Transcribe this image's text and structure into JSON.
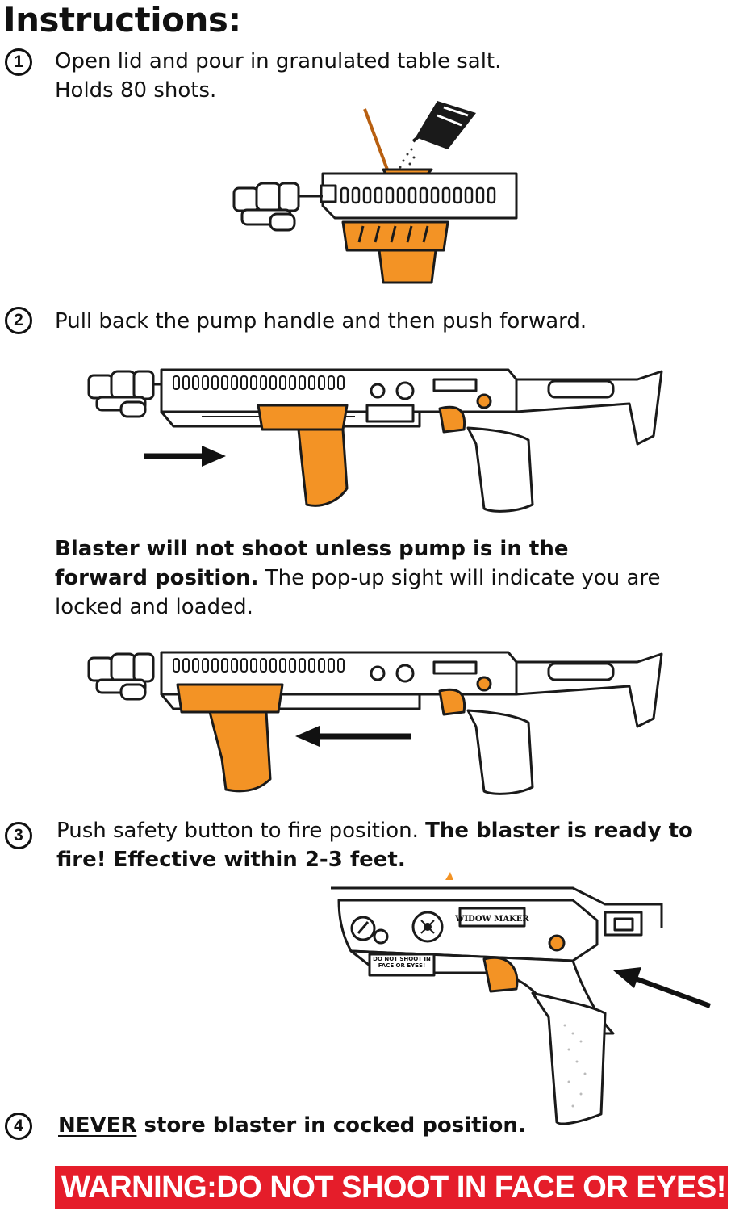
{
  "title": "Instructions:",
  "steps": {
    "s1": {
      "num": "1",
      "line1": "Open lid and pour in granulated table salt.",
      "line2": "Holds 80 shots."
    },
    "s2": {
      "num": "2",
      "line1": "Pull back the pump handle and then push forward."
    },
    "note": {
      "bold1": "Blaster will not shoot unless pump is in the",
      "bold2": "forward position.",
      "rest2": " The pop-up sight will indicate you are",
      "line3": "locked and loaded."
    },
    "s3": {
      "num": "3",
      "plain": "Push safety button to fire position. ",
      "bold1": "The blaster is ready to",
      "bold2": "fire! Effective within 2-3 feet."
    },
    "s4": {
      "num": "4",
      "never": "NEVER",
      "rest": " store blaster in cocked position."
    }
  },
  "gun_labels": {
    "brand": "WIDOW MAKER",
    "caution": "DO NOT SHOOT IN FACE OR EYES!"
  },
  "warning": {
    "label": "WARNING:",
    "text": " DO NOT SHOOT IN FACE OR EYES!"
  },
  "colors": {
    "accent": "#f39325",
    "warning_bg": "#e51d2a"
  }
}
